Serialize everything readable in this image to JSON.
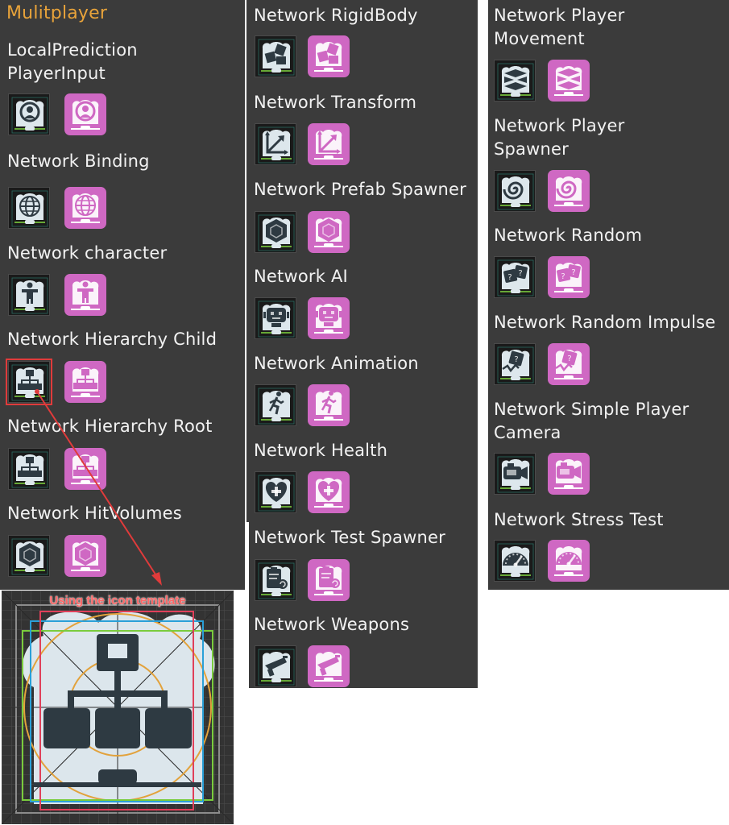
{
  "section_title": "Mulitplayer",
  "columns": [
    [
      {
        "label": "LocalPrediction\nPlayerInput",
        "icon": "player-input-icon",
        "dark_bg": "#1a1a1a"
      },
      {
        "label": "Network Binding",
        "icon": "globe-icon"
      },
      {
        "label": "Network character",
        "icon": "person-icon"
      },
      {
        "label": " Network Hierarchy Child",
        "icon": "hierarchy-icon",
        "selected": true
      },
      {
        "label": "Network Hierarchy Root",
        "icon": "hierarchy-icon"
      },
      {
        "label": "Network HitVolumes",
        "icon": "cube-icon"
      }
    ],
    [
      {
        "label": "Network RigidBody",
        "icon": "shapes-icon"
      },
      {
        "label": "Network Transform",
        "icon": "axes-icon"
      },
      {
        "label": "Network Prefab Spawner",
        "icon": "cube-icon"
      },
      {
        "label": "Network AI",
        "icon": "robot-icon"
      },
      {
        "label": "Network Animation",
        "icon": "running-person-icon"
      },
      {
        "label": "Network Health",
        "icon": "heart-plus-icon"
      },
      {
        "label": " Network Test Spawner",
        "icon": "clipboard-spiral-icon"
      },
      {
        "label": " Network Weapons",
        "icon": "gun-icon"
      }
    ],
    [
      {
        "label": "Network Player\nMovement",
        "icon": "movement-arrows-icon"
      },
      {
        "label": "Network Player\nSpawner",
        "icon": "spiral-icon"
      },
      {
        "label": "Network Random",
        "icon": "dice-question-icon"
      },
      {
        "label": "Network Random Impulse",
        "icon": "impulse-icon"
      },
      {
        "label": "Network Simple Player\nCamera",
        "icon": "camera-icon"
      },
      {
        "label": "Network Stress Test",
        "icon": "gauge-icon"
      }
    ]
  ],
  "template_caption": "Using the icon template",
  "colors": {
    "panel": "#3b3b3b",
    "header": "#e8a33a",
    "text": "#f2f2f2",
    "pink": "#cf68c3",
    "dark_icon": "#1a1a1a",
    "glyph_light": "#dde7ec",
    "glyph_dark": "#2e3a42",
    "highlight": "#e03b3b"
  }
}
